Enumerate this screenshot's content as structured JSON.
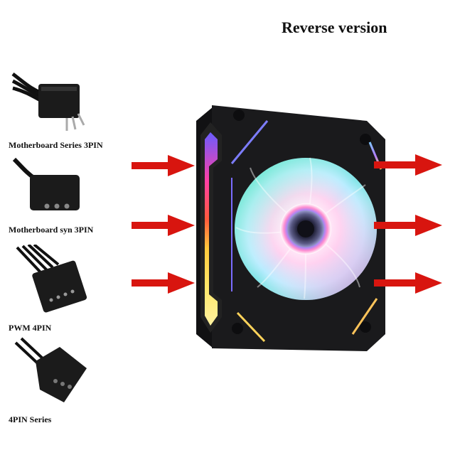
{
  "title": "Reverse version",
  "connectors": [
    {
      "label": "Motherboard Series 3PIN",
      "icon": "3pin-connector-icon"
    },
    {
      "label": "Motherboard syn 3PIN",
      "icon": "argb-3pin-connector-icon"
    },
    {
      "label": "PWM 4PIN",
      "icon": "pwm-4pin-connector-icon"
    },
    {
      "label": "4PIN Series",
      "icon": "4pin-series-connector-icon"
    }
  ],
  "colors": {
    "arrow": "#d8150f",
    "fan_frame": "#1a1a1c",
    "background": "#ffffff"
  }
}
